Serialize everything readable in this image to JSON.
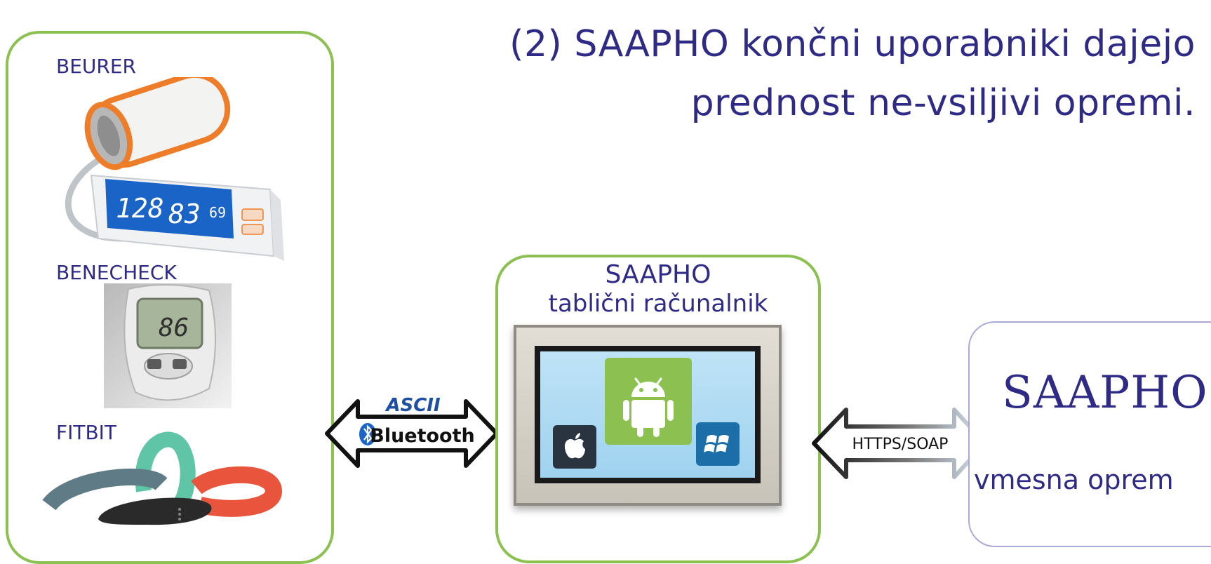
{
  "title": {
    "line1": "(2) SAAPHO končni uporabniki dajejo",
    "line2": "prednost ne-vsiljivi opremi."
  },
  "devices": {
    "beurer": {
      "label": "BEURER",
      "display_sys": "128",
      "display_dia": "83",
      "display_pulse": "69"
    },
    "benecheck": {
      "label": "BENECHECK",
      "display_value": "86"
    },
    "fitbit": {
      "label": "FITBIT"
    }
  },
  "link_left": {
    "top_label": "ASCII",
    "bottom_label": "Bluetooth"
  },
  "tablet": {
    "line1": "SAAPHO",
    "line2": "tablični računalnik"
  },
  "link_right": {
    "label": "HTTPS/SOAP"
  },
  "server": {
    "logo": "SAAPHO",
    "caption": "vmesna oprem"
  },
  "colors": {
    "text": "#2e2a86",
    "panel_border": "#8cc152",
    "server_border": "#a9a8d9",
    "android_green": "#8cc152"
  }
}
